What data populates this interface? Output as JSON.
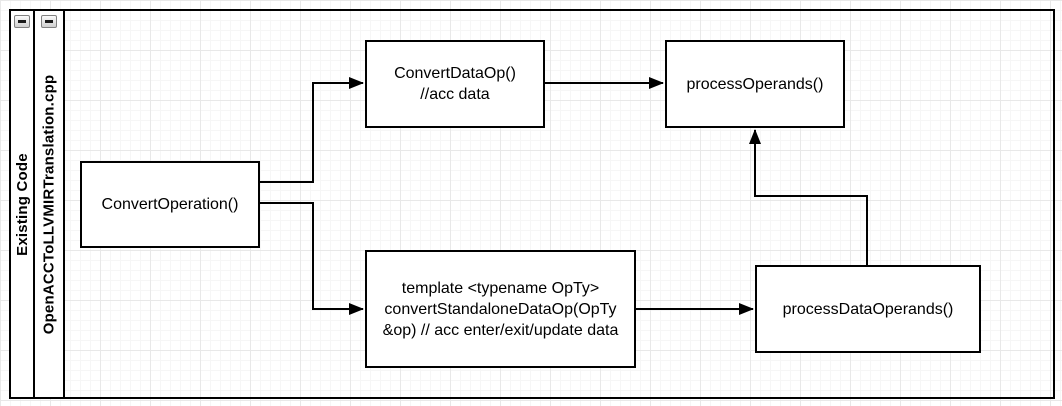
{
  "diagram": {
    "pool": {
      "title": "Existing Code",
      "collapse_icon": "minus-icon",
      "lane": {
        "title": "OpenACCToLLVMIRTranslation.cpp",
        "collapse_icon": "minus-icon"
      }
    },
    "nodes": [
      {
        "id": "convert-operation",
        "label": "ConvertOperation()"
      },
      {
        "id": "convert-data-op",
        "label": "ConvertDataOp()\n//acc data"
      },
      {
        "id": "process-operands",
        "label": "processOperands()"
      },
      {
        "id": "convert-standalone-data-op",
        "label": "template <typename OpTy>\nconvertStandaloneDataOp(OpTy\n&op) // acc enter/exit/update data"
      },
      {
        "id": "process-data-operands",
        "label": "processDataOperands()"
      }
    ],
    "edges": [
      {
        "from": "convert-operation",
        "to": "convert-data-op",
        "arrow": "filled-triangle"
      },
      {
        "from": "convert-operation",
        "to": "convert-standalone-data-op",
        "arrow": "filled-triangle"
      },
      {
        "from": "convert-data-op",
        "to": "process-operands",
        "arrow": "filled-triangle"
      },
      {
        "from": "convert-standalone-data-op",
        "to": "process-data-operands",
        "arrow": "filled-triangle"
      },
      {
        "from": "process-data-operands",
        "to": "process-operands",
        "arrow": "filled-triangle"
      }
    ],
    "colors": {
      "stroke": "#000000",
      "shape_fill": "#ffffff",
      "grid_minor": "#f6f6f6",
      "grid_major": "#e8e8e8"
    }
  }
}
